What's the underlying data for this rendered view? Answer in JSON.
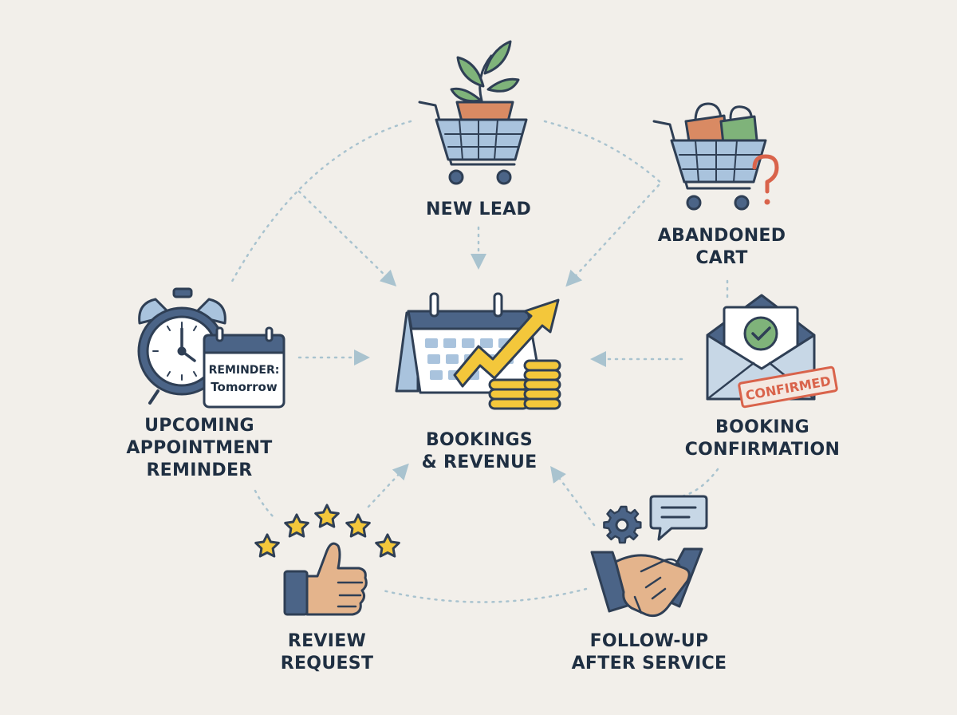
{
  "diagram": {
    "center": {
      "lines": [
        "BOOKINGS",
        "& REVENUE"
      ]
    },
    "nodes": [
      {
        "id": "new-lead",
        "lines": [
          "NEW LEAD"
        ]
      },
      {
        "id": "abandoned-cart",
        "lines": [
          "ABANDONED",
          "CART"
        ]
      },
      {
        "id": "booking-confirmation",
        "lines": [
          "BOOKING",
          "CONFIRMATION"
        ]
      },
      {
        "id": "follow-up",
        "lines": [
          "FOLLOW-UP",
          "AFTER SERVICE"
        ]
      },
      {
        "id": "review-request",
        "lines": [
          "REVIEW",
          "REQUEST"
        ]
      },
      {
        "id": "appointment-reminder",
        "lines": [
          "UPCOMING",
          "APPOINTMENT",
          "REMINDER"
        ]
      }
    ],
    "reminder_card": {
      "line1": "REMINDER:",
      "line2": "Tomorrow"
    },
    "stamp_text": "CONFIRMED"
  },
  "icons": {
    "new-lead": "cart-with-plant-icon",
    "abandoned-cart": "cart-with-question-icon",
    "booking-confirmation": "envelope-check-icon",
    "follow-up": "handshake-gear-chat-icon",
    "review-request": "thumbs-up-stars-icon",
    "appointment-reminder": "alarm-clock-calendar-icon",
    "center": "calendar-growth-coins-icon"
  },
  "colors": {
    "background": "#f2efea",
    "outline": "#2f3f55",
    "blue": "#a9c3dd",
    "navy": "#4b6487",
    "orange": "#d98a63",
    "green": "#7fb37a",
    "gold": "#f3c73b",
    "red": "#d9634b",
    "dots": "#a9c3cf"
  }
}
